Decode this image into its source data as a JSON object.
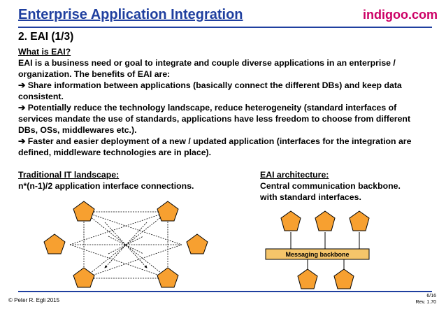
{
  "header": {
    "title": "Enterprise Application Integration",
    "brand": "indigoo.com"
  },
  "slide": {
    "title": "2. EAI (1/3)",
    "heading": "What is EAI?",
    "paragraphs": [
      "EAI is a business need or goal to integrate and couple diverse applications in an enterprise / organization. The benefits of EAI are:",
      "➔ Share information between applications (basically connect the different DBs) and keep data consistent.",
      "➔ Potentially reduce the technology landscape, reduce heterogeneity (standard interfaces of services mandate the use of standards, applications have less freedom to choose from different DBs, OSs, middlewares etc.).",
      "➔ Faster and easier deployment of a new / updated application (interfaces for the integration are defined, middleware technologies are in place)."
    ]
  },
  "traditional": {
    "heading": "Traditional IT landscape:",
    "text": "n*(n-1)/2 application interface connections."
  },
  "eai": {
    "heading": "EAI architecture:",
    "line1": "Central communication backbone.",
    "line2": "with standard interfaces.",
    "backbone_label": "Messaging backbone"
  },
  "footer": {
    "copyright": "© Peter R. Egli 2015",
    "page": "6/16",
    "rev": "Rev. 1.70"
  },
  "colors": {
    "title_blue": "#1f3f9f",
    "brand_magenta": "#cc0066",
    "node_orange": "#f7a030",
    "backbone_yellow": "#f5c56a"
  }
}
